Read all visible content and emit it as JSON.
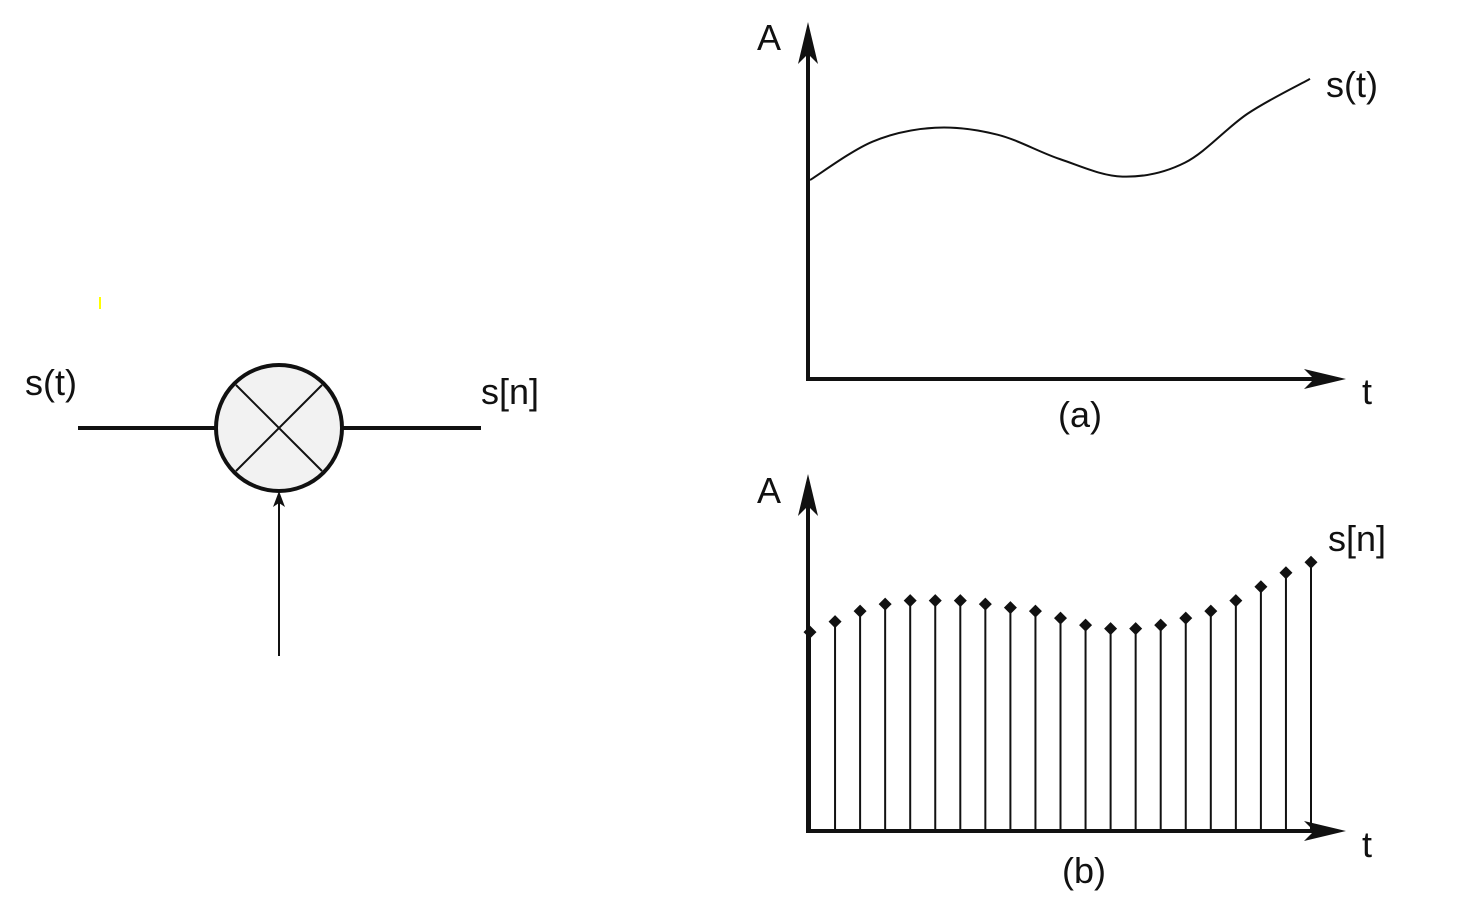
{
  "mixer": {
    "input_label": "s(t)",
    "output_label": "s[n]"
  },
  "plot_a": {
    "y_label": "A",
    "x_label": "t",
    "signal_label": "s(t)",
    "caption": "(a)"
  },
  "plot_b": {
    "y_label": "A",
    "x_label": "t",
    "signal_label": "s[n]",
    "caption": "(b)"
  },
  "colors": {
    "ink": "#111111",
    "mixer_fill": "#f2f2f2",
    "mark": "#ffff00"
  },
  "chart_data": [
    {
      "type": "line",
      "series": [
        {
          "values": [
            0.57,
            0.68,
            0.72,
            0.7,
            0.63,
            0.58,
            0.62,
            0.76,
            0.86
          ]
        }
      ]
    },
    {
      "type": "bar",
      "series": [
        {
          "values": [
            0.57,
            0.6,
            0.63,
            0.65,
            0.66,
            0.66,
            0.66,
            0.65,
            0.64,
            0.63,
            0.61,
            0.59,
            0.58,
            0.58,
            0.59,
            0.61,
            0.63,
            0.66,
            0.7,
            0.74,
            0.77
          ]
        }
      ]
    }
  ]
}
